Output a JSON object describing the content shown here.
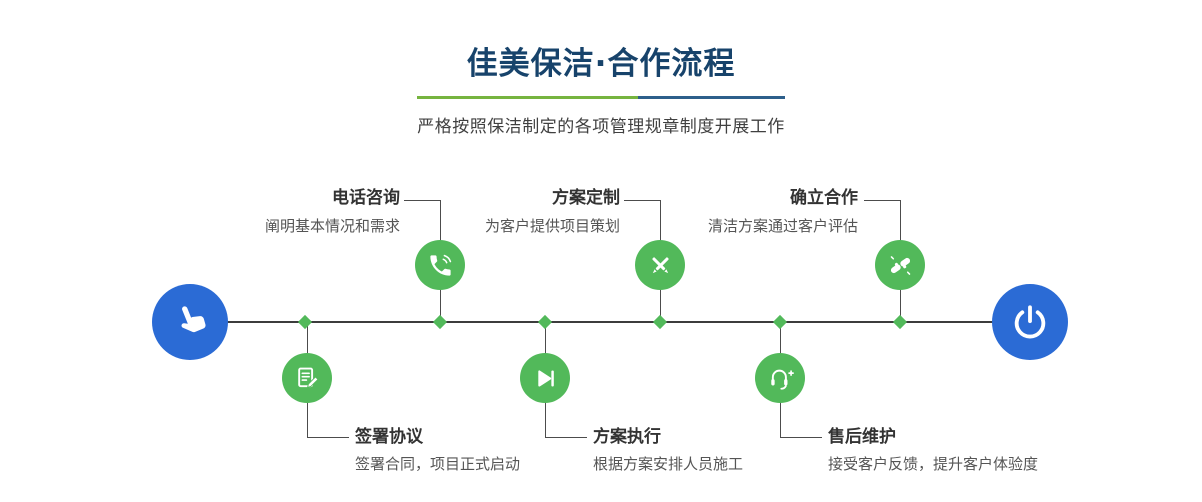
{
  "header": {
    "title": "佳美保洁·合作流程",
    "subtitle": "严格按照保洁制定的各项管理规章制度开展工作"
  },
  "timeline": {
    "start_icon": "hand-pointer-icon",
    "end_icon": "power-icon",
    "marker_icon": "diamond-marker"
  },
  "steps": [
    {
      "title": "电话咨询",
      "desc": "阐明基本情况和需求",
      "icon": "phone-icon",
      "position": "top"
    },
    {
      "title": "方案定制",
      "desc": "为客户提供项目策划",
      "icon": "design-tools-icon",
      "position": "top"
    },
    {
      "title": "确立合作",
      "desc": "清洁方案通过客户评估",
      "icon": "handshake-icon",
      "position": "top"
    },
    {
      "title": "签署协议",
      "desc": "签署合同，项目正式启动",
      "icon": "contract-icon",
      "position": "bottom"
    },
    {
      "title": "方案执行",
      "desc": "根据方案安排人员施工",
      "icon": "play-icon",
      "position": "bottom"
    },
    {
      "title": "售后维护",
      "desc": "接受客户反馈，提升客户体验度",
      "icon": "customer-service-icon",
      "position": "bottom"
    }
  ],
  "colors": {
    "accent_green": "#52b95a",
    "accent_blue": "#2b6bd5",
    "title_navy": "#17436b",
    "divider_green": "#76b43f",
    "divider_blue": "#2d5f8b",
    "line_dark": "#3c3c3c"
  }
}
